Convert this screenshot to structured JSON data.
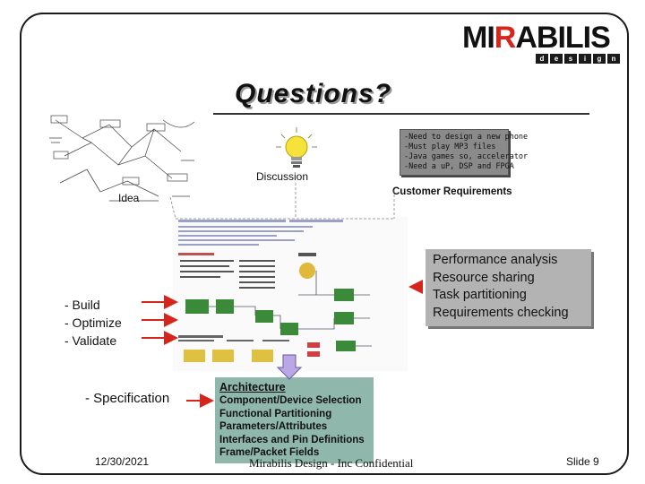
{
  "logo": {
    "wordmark_dark_1": "MI",
    "wordmark_red": "R",
    "wordmark_dark_2": "ABILIS",
    "design_letters": [
      "d",
      "e",
      "s",
      "i",
      "g",
      "n"
    ]
  },
  "title": "Questions?",
  "idea_label": "Idea",
  "discussion_label": "Discussion",
  "customer_requirements": {
    "lines": [
      "-Need to design a new phone",
      "-Must play MP3 files",
      "-Java games so, accelerator",
      "-Need a uP, DSP and FPGA"
    ],
    "label": "Customer Requirements"
  },
  "performance_box": {
    "lines": [
      "Performance analysis",
      "Resource sharing",
      "Task partitioning",
      "Requirements checking"
    ]
  },
  "build_steps": [
    "- Build",
    "- Optimize",
    "- Validate"
  ],
  "specification_label": "- Specification",
  "architecture": {
    "title": "Architecture",
    "items": [
      "Component/Device Selection",
      "Functional Partitioning",
      "Parameters/Attributes",
      "Interfaces and Pin Definitions",
      "Frame/Packet Fields"
    ]
  },
  "footer": {
    "date": "12/30/2021",
    "confidential": "Mirabilis Design - Inc Confidential",
    "slide": "Slide 9"
  },
  "colors": {
    "arrow_red": "#d6261c",
    "arrow_purple": "#b9a7e6",
    "arch_box": "#8fb7ab",
    "perf_box": "#b3b3b3",
    "req_box": "#8a8a8a",
    "bulb_yellow": "#f6e23a"
  }
}
